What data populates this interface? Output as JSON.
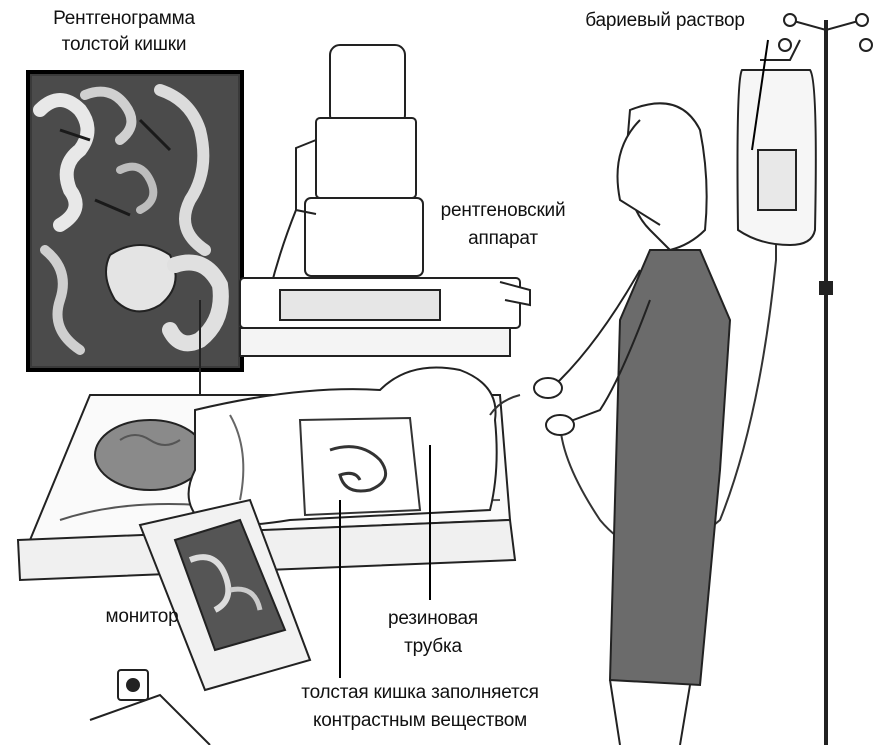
{
  "labels": {
    "xray_title_line1": "Рентгенограмма",
    "xray_title_line2": "толстой кишки",
    "barium": "бариевый раствор",
    "xray_machine_line1": "рентгеновский",
    "xray_machine_line2": "аппарат",
    "monitor": "монитор",
    "tube_line1": "резиновая",
    "tube_line2": "трубка",
    "colon_line1": "толстая кишка заполняется",
    "colon_line2": "контрастным веществом"
  }
}
